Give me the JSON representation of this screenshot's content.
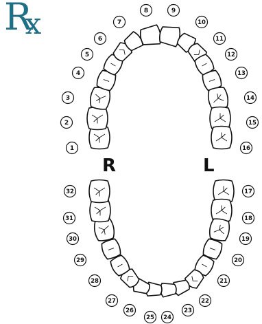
{
  "logo": {
    "r": "R",
    "x": "x",
    "accent": "#1f6f86"
  },
  "sides": {
    "right": "R",
    "left": "L"
  },
  "teeth": [
    {
      "n": "1"
    },
    {
      "n": "2"
    },
    {
      "n": "3"
    },
    {
      "n": "4"
    },
    {
      "n": "5"
    },
    {
      "n": "6"
    },
    {
      "n": "7"
    },
    {
      "n": "8"
    },
    {
      "n": "9"
    },
    {
      "n": "10"
    },
    {
      "n": "11"
    },
    {
      "n": "12"
    },
    {
      "n": "13"
    },
    {
      "n": "14"
    },
    {
      "n": "15"
    },
    {
      "n": "16"
    },
    {
      "n": "17"
    },
    {
      "n": "18"
    },
    {
      "n": "19"
    },
    {
      "n": "20"
    },
    {
      "n": "21"
    },
    {
      "n": "22"
    },
    {
      "n": "23"
    },
    {
      "n": "24"
    },
    {
      "n": "25"
    },
    {
      "n": "26"
    },
    {
      "n": "27"
    },
    {
      "n": "28"
    },
    {
      "n": "29"
    },
    {
      "n": "30"
    },
    {
      "n": "31"
    },
    {
      "n": "32"
    }
  ]
}
